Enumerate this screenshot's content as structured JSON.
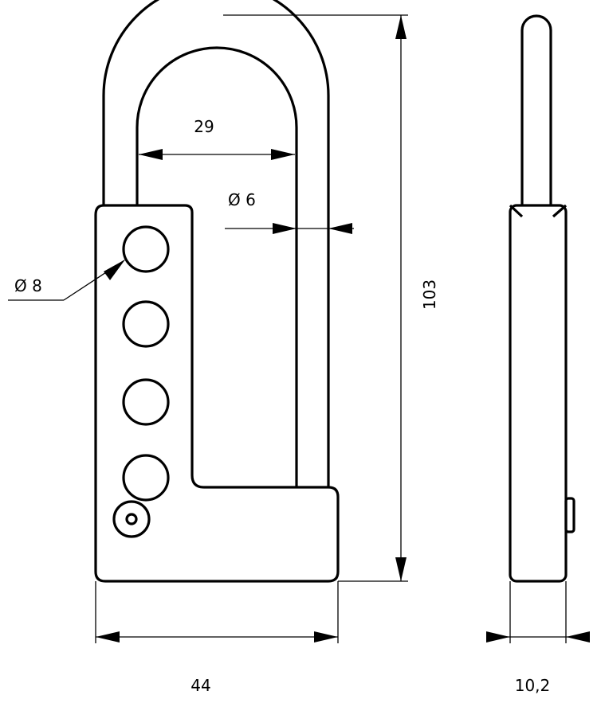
{
  "dimensions": {
    "inner_width": "29",
    "shackle_diameter": "Ø 6",
    "hole_diameter": "Ø 8",
    "total_height": "103",
    "total_width": "44",
    "thickness": "10,2"
  },
  "colors": {
    "line": "#000000",
    "background": "#ffffff"
  }
}
